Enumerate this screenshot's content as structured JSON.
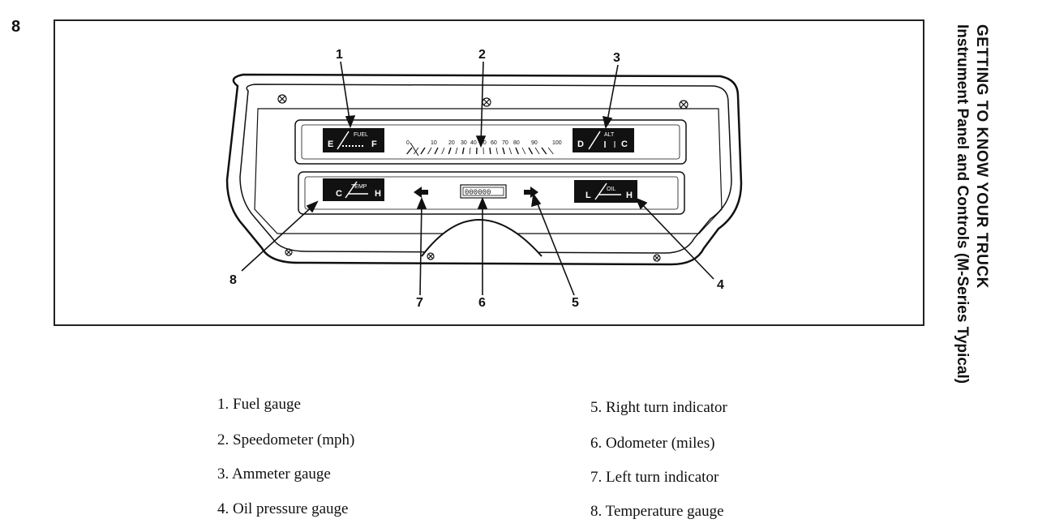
{
  "page": {
    "number": "8",
    "section_title": "GETTING TO KNOW YOUR TRUCK",
    "section_subtitle": "Instrument Panel and Controls (M-Series Typical)"
  },
  "figure": {
    "callouts": [
      "1",
      "2",
      "3",
      "4",
      "5",
      "6",
      "7",
      "8"
    ],
    "gauges": {
      "fuel": {
        "name": "FUEL",
        "low": "E",
        "high": "F"
      },
      "temp": {
        "name": "TEMP",
        "low": "C",
        "high": "H"
      },
      "alt": {
        "name": "ALT",
        "low": "D",
        "high": "C"
      },
      "oil": {
        "name": "OIL",
        "low": "L",
        "high": "H"
      }
    },
    "speedo_ticks": [
      "0",
      "10",
      "20",
      "30",
      "40",
      "50",
      "60",
      "70",
      "80",
      "90",
      "100"
    ],
    "odometer": "000000"
  },
  "legend": [
    {
      "num": "1.",
      "text": "Fuel gauge"
    },
    {
      "num": "2.",
      "text": "Speedometer (mph)"
    },
    {
      "num": "3.",
      "text": "Ammeter gauge"
    },
    {
      "num": "4.",
      "text": "Oil pressure gauge"
    },
    {
      "num": "5.",
      "text": "Right turn indicator"
    },
    {
      "num": "6.",
      "text": "Odometer (miles)"
    },
    {
      "num": "7.",
      "text": "Left turn indicator"
    },
    {
      "num": "8.",
      "text": "Temperature gauge"
    }
  ]
}
